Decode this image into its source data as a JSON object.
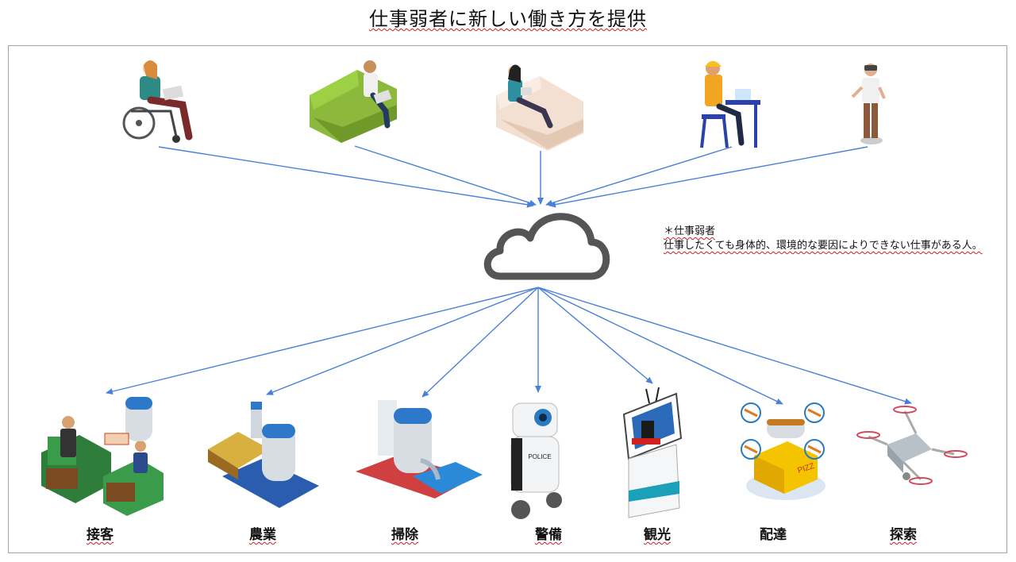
{
  "title": "仕事弱者に新しい働き方を提供",
  "note": {
    "heading": "＊仕事弱者",
    "text": "仕事したくても身体的、環境的な要因によりできない仕事がある人。"
  },
  "people": [
    {
      "icon": "wheelchair-worker-icon"
    },
    {
      "icon": "man-on-green-sofa-icon"
    },
    {
      "icon": "woman-on-beige-sofa-icon"
    },
    {
      "icon": "construction-worker-at-desk-icon"
    },
    {
      "icon": "vr-headset-user-icon"
    }
  ],
  "tasks": [
    {
      "label": "接客",
      "icon": "reception-robot-icon"
    },
    {
      "label": "農業",
      "icon": "farming-robot-icon"
    },
    {
      "label": "掃除",
      "icon": "cleaning-robot-icon"
    },
    {
      "label": "警備",
      "icon": "police-robot-icon"
    },
    {
      "label": "観光",
      "icon": "tourism-robot-icon"
    },
    {
      "label": "配達",
      "icon": "delivery-drone-icon"
    },
    {
      "label": "探索",
      "icon": "exploration-drone-icon"
    }
  ],
  "colors": {
    "arrow": "#4a80d8",
    "cloud": "#555555"
  }
}
